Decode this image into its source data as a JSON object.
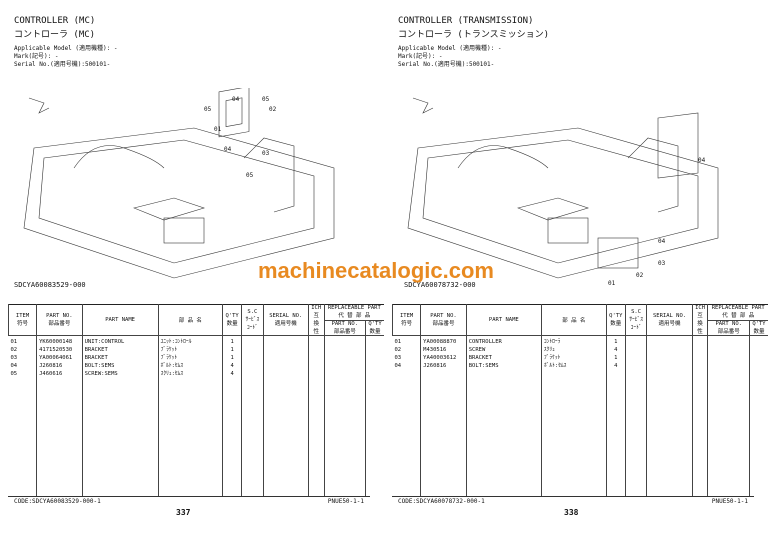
{
  "watermark": "machinecatalogic.com",
  "headers": {
    "item": "ITEM\n符号",
    "part_no": "PART NO.\n部品番号",
    "part_name": "PART NAME",
    "jp_name": "部 品 名",
    "qty": "Q'TY\n数量",
    "sc": "S.C\nｻｰﾋﾞｽ\nｺｰﾄﾞ",
    "serial": "SERIAL NO.\n適用号機",
    "ich": "ICH\n互\n換\n性",
    "replaceable": "REPLACEABLE PART\n代 替 部 品",
    "rep_part_no": "PART NO.\n部品番号",
    "rep_qty": "Q'TY\n数量"
  },
  "pages": [
    {
      "title_en": "CONTROLLER (MC)",
      "title_jp": "コントローラ (MC)",
      "applicable_model": "Applicable Model (適用機種): -",
      "mark": "Mark(記号): -",
      "serial": "Serial No.(適用号機):500101-",
      "diagram_code": "SDCYA60083529-000",
      "callouts": [
        "05",
        "04",
        "05",
        "02",
        "01",
        "04",
        "03",
        "05"
      ],
      "rows": [
        [
          "01",
          "YK60000148",
          "UNIT:CONTROL",
          "ﾕﾆｯﾄ:ｺﾝﾄﾛｰﾙ",
          "1"
        ],
        [
          "02",
          "4171520530",
          "BRACKET",
          "ﾌﾞﾗｹｯﾄ",
          "1"
        ],
        [
          "03",
          "YA00064061",
          "BRACKET",
          "ﾌﾞﾗｹｯﾄ",
          "1"
        ],
        [
          "04",
          "J260816",
          "BOLT:SEMS",
          "ﾎﾞﾙﾄ:ｾﾑｽ",
          "4"
        ],
        [
          "05",
          "J460616",
          "SCREW:SEMS",
          "ｽｸﾘｭ:ｾﾑｽ",
          "4"
        ]
      ],
      "code": "CODE:SDCYA60083529-000-1",
      "page_number": "337",
      "pnue": "PNUE50-1-1"
    },
    {
      "title_en": "CONTROLLER (TRANSMISSION)",
      "title_jp": "コントローラ (トランスミッション)",
      "applicable_model": "Applicable Model (適用機種): -",
      "mark": "Mark(記号): -",
      "serial": "Serial No.(適用号機):500101-",
      "diagram_code": "SDCYA60078732-000",
      "callouts": [
        "04",
        "04",
        "03",
        "02",
        "01"
      ],
      "rows": [
        [
          "01",
          "YA00088870",
          "CONTROLLER",
          "ｺﾝﾄﾛｰﾗ",
          "1"
        ],
        [
          "02",
          "M430516",
          "SCREW",
          "ｽｸﾘｭ",
          "4"
        ],
        [
          "03",
          "YA40003612",
          "BRACKET",
          "ﾌﾞﾗｹｯﾄ",
          "1"
        ],
        [
          "04",
          "J260816",
          "BOLT:SEMS",
          "ﾎﾞﾙﾄ:ｾﾑｽ",
          "4"
        ]
      ],
      "code": "CODE:SDCYA60078732-000-1",
      "page_number": "338",
      "pnue": "PNUE50-1-1"
    }
  ]
}
